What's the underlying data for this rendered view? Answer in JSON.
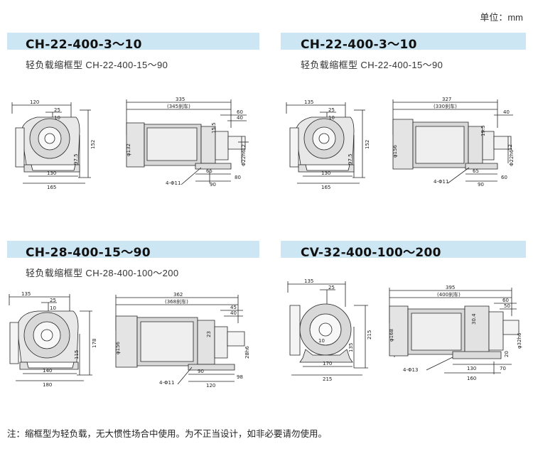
{
  "unit_label": "单位：mm",
  "panels": [
    {
      "model": "CH-22-400-3～10",
      "subtitle": "轻负载缩框型 CH-22-400-15～90",
      "front_dims": [
        "120",
        "25",
        "10",
        "97.5",
        "152",
        "130",
        "165"
      ],
      "side_dims": [
        "335",
        "(345刹车)",
        "60",
        "40",
        "15.5",
        "φ132",
        "12",
        "Φ22h6",
        "4-Φ11",
        "65",
        "90",
        "80"
      ]
    },
    {
      "model": "CH-22-400-3～10",
      "subtitle": "轻负载缩框型 CH-22-400-15～90",
      "front_dims": [
        "135",
        "25",
        "10",
        "97.5",
        "152",
        "130",
        "165"
      ],
      "side_dims": [
        "327",
        "(330刹车)",
        "40",
        "19.5",
        "φ156",
        "12",
        "Φ22h6",
        "4-Φ11",
        "65",
        "90",
        "60"
      ]
    },
    {
      "model": "CH-28-400-15～90",
      "subtitle": "轻负载缩框型 CH-28-400-100～200",
      "front_dims": [
        "135",
        "25",
        "10",
        "115",
        "178",
        "140",
        "180"
      ],
      "side_dims": [
        "362",
        "(368刹车)",
        "45",
        "40",
        "23",
        "φ156",
        "28h6",
        "4-Φ11",
        "90",
        "120",
        "98"
      ]
    },
    {
      "model": "CV-32-400-100～200",
      "subtitle": "",
      "front_dims": [
        "135",
        "25",
        "10",
        "135",
        "215",
        "170",
        "215"
      ],
      "side_dims": [
        "395",
        "(400刹车)",
        "60",
        "50",
        "30.4",
        "φ168",
        "φ32h6",
        "20",
        "4-Φ13",
        "130",
        "160",
        "70"
      ]
    }
  ],
  "footnote": "注：缩框型为轻负载，无大惯性场合中使用。为不正当设计，如非必要请勿使用。"
}
